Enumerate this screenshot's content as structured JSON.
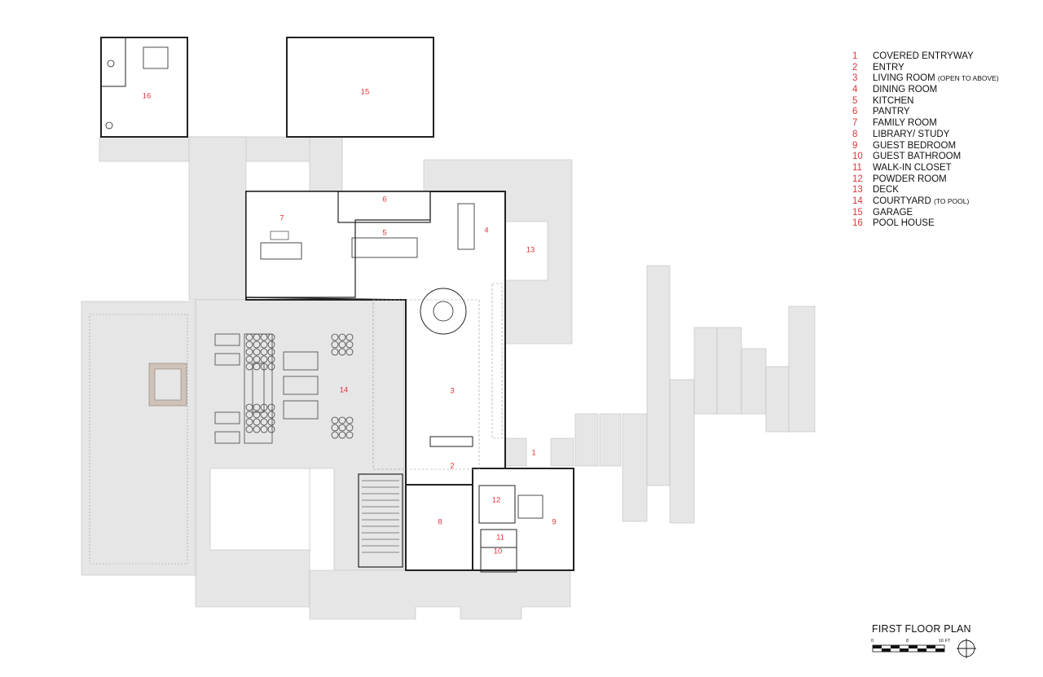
{
  "title": "FIRST FLOOR PLAN",
  "legend": [
    {
      "n": "1",
      "label": "COVERED ENTRYWAY",
      "note": ""
    },
    {
      "n": "2",
      "label": "ENTRY",
      "note": ""
    },
    {
      "n": "3",
      "label": "LIVING ROOM",
      "note": "(OPEN TO ABOVE)"
    },
    {
      "n": "4",
      "label": "DINING ROOM",
      "note": ""
    },
    {
      "n": "5",
      "label": "KITCHEN",
      "note": ""
    },
    {
      "n": "6",
      "label": "PANTRY",
      "note": ""
    },
    {
      "n": "7",
      "label": "FAMILY ROOM",
      "note": ""
    },
    {
      "n": "8",
      "label": "LIBRARY/ STUDY",
      "note": ""
    },
    {
      "n": "9",
      "label": "GUEST BEDROOM",
      "note": ""
    },
    {
      "n": "10",
      "label": "GUEST BATHROOM",
      "note": ""
    },
    {
      "n": "11",
      "label": "WALK-IN CLOSET",
      "note": ""
    },
    {
      "n": "12",
      "label": "POWDER ROOM",
      "note": ""
    },
    {
      "n": "13",
      "label": "DECK",
      "note": ""
    },
    {
      "n": "14",
      "label": "COURTYARD",
      "note": "(TO POOL)"
    },
    {
      "n": "15",
      "label": "GARAGE",
      "note": ""
    },
    {
      "n": "16",
      "label": "POOL HOUSE",
      "note": ""
    }
  ],
  "scale": {
    "start": "0",
    "mid": "8",
    "end": "16 FT"
  },
  "rooms": {
    "r1": "1",
    "r2": "2",
    "r3": "3",
    "r4": "4",
    "r5": "5",
    "r6": "6",
    "r7": "7",
    "r8": "8",
    "r9": "9",
    "r10": "10",
    "r11": "11",
    "r12": "12",
    "r13": "13",
    "r14": "14",
    "r15": "15",
    "r16": "16"
  },
  "colors": {
    "fill": "#e6e6e6",
    "wall": "#222222",
    "label": "#e0353b"
  }
}
